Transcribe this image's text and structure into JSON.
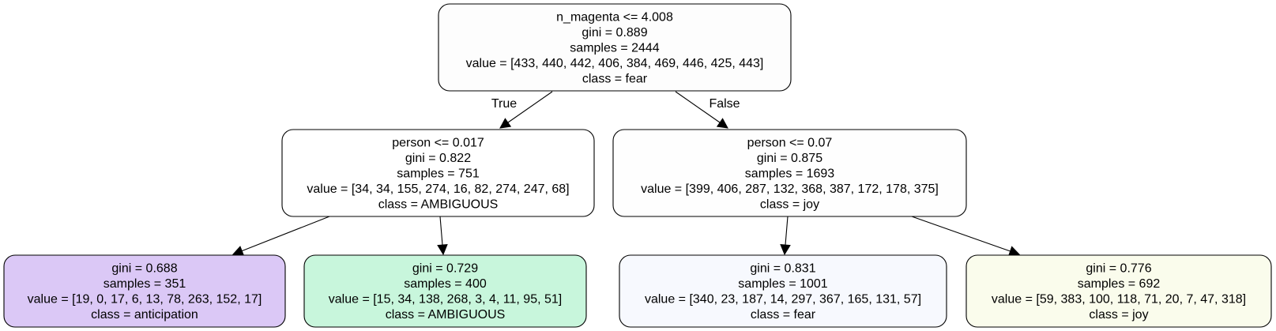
{
  "nodes": [
    {
      "id": "root",
      "lines": [
        "n_magenta <= 4.008",
        "gini = 0.889",
        "samples = 2444",
        "value = [433, 440, 442, 406, 384, 469, 446, 425, 443]",
        "class = fear"
      ],
      "fill": "#fdfdfd"
    },
    {
      "id": "left",
      "lines": [
        "person <= 0.017",
        "gini = 0.822",
        "samples = 751",
        "value = [34, 34, 155, 274, 16, 82, 274, 247, 68]",
        "class = AMBIGUOUS"
      ],
      "fill": "#ffffff"
    },
    {
      "id": "right",
      "lines": [
        "person <= 0.07",
        "gini = 0.875",
        "samples = 1693",
        "value = [399, 406, 287, 132, 368, 387, 172, 178, 375]",
        "class = joy"
      ],
      "fill": "#fefefe"
    },
    {
      "id": "left-left",
      "lines": [
        "gini = 0.688",
        "samples = 351",
        "value = [19, 0, 17, 6, 13, 78, 263, 152, 17]",
        "class = anticipation"
      ],
      "fill": "#dbc8f6"
    },
    {
      "id": "left-right",
      "lines": [
        "gini = 0.729",
        "samples = 400",
        "value = [15, 34, 138, 268, 3, 4, 11, 95, 51]",
        "class = AMBIGUOUS"
      ],
      "fill": "#c8f6dc"
    },
    {
      "id": "right-left",
      "lines": [
        "gini = 0.831",
        "samples = 1001",
        "value = [340, 23, 187, 14, 297, 367, 165, 131, 57]",
        "class = fear"
      ],
      "fill": "#f7f9fe"
    },
    {
      "id": "right-right",
      "lines": [
        "gini = 0.776",
        "samples = 692",
        "value = [59, 383, 100, 118, 71, 20, 7, 47, 318]",
        "class = joy"
      ],
      "fill": "#fafcec"
    }
  ],
  "edges": [
    {
      "from": "root",
      "to": "left",
      "label": "True"
    },
    {
      "from": "root",
      "to": "right",
      "label": "False"
    },
    {
      "from": "left",
      "to": "left-left",
      "label": ""
    },
    {
      "from": "left",
      "to": "left-right",
      "label": ""
    },
    {
      "from": "right",
      "to": "right-left",
      "label": ""
    },
    {
      "from": "right",
      "to": "right-right",
      "label": ""
    }
  ]
}
